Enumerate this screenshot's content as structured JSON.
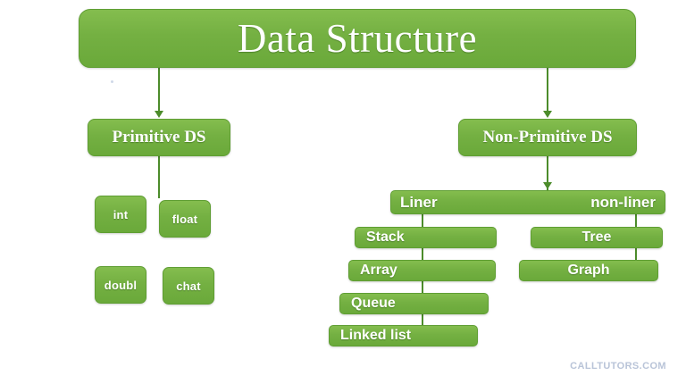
{
  "diagram": {
    "title": "Data Structure",
    "watermark": "CALLTUTORS.COM",
    "colors": {
      "node_fill_light": "#84bd4e",
      "node_fill_mid": "#74b042",
      "node_fill_dark": "#6aa93a",
      "node_border": "#5f9e33",
      "connector": "#4c8c2b",
      "node_text": "#ffffff",
      "background": "#ffffff",
      "watermark": "#b9c4d8"
    },
    "root": {
      "label": "Data Structure"
    },
    "branches": {
      "primitive": {
        "label": "Primitive DS",
        "children": [
          {
            "label": "int"
          },
          {
            "label": "float"
          },
          {
            "label": "doubl"
          },
          {
            "label": "chat"
          }
        ]
      },
      "non_primitive": {
        "label": "Non-Primitive DS",
        "categories": {
          "linear": {
            "label": "Liner",
            "children": [
              {
                "label": "Stack"
              },
              {
                "label": "Array"
              },
              {
                "label": "Queue"
              },
              {
                "label": "Linked list"
              }
            ]
          },
          "non_linear": {
            "label": "non-liner",
            "children": [
              {
                "label": "Tree"
              },
              {
                "label": "Graph"
              }
            ]
          }
        }
      }
    }
  }
}
